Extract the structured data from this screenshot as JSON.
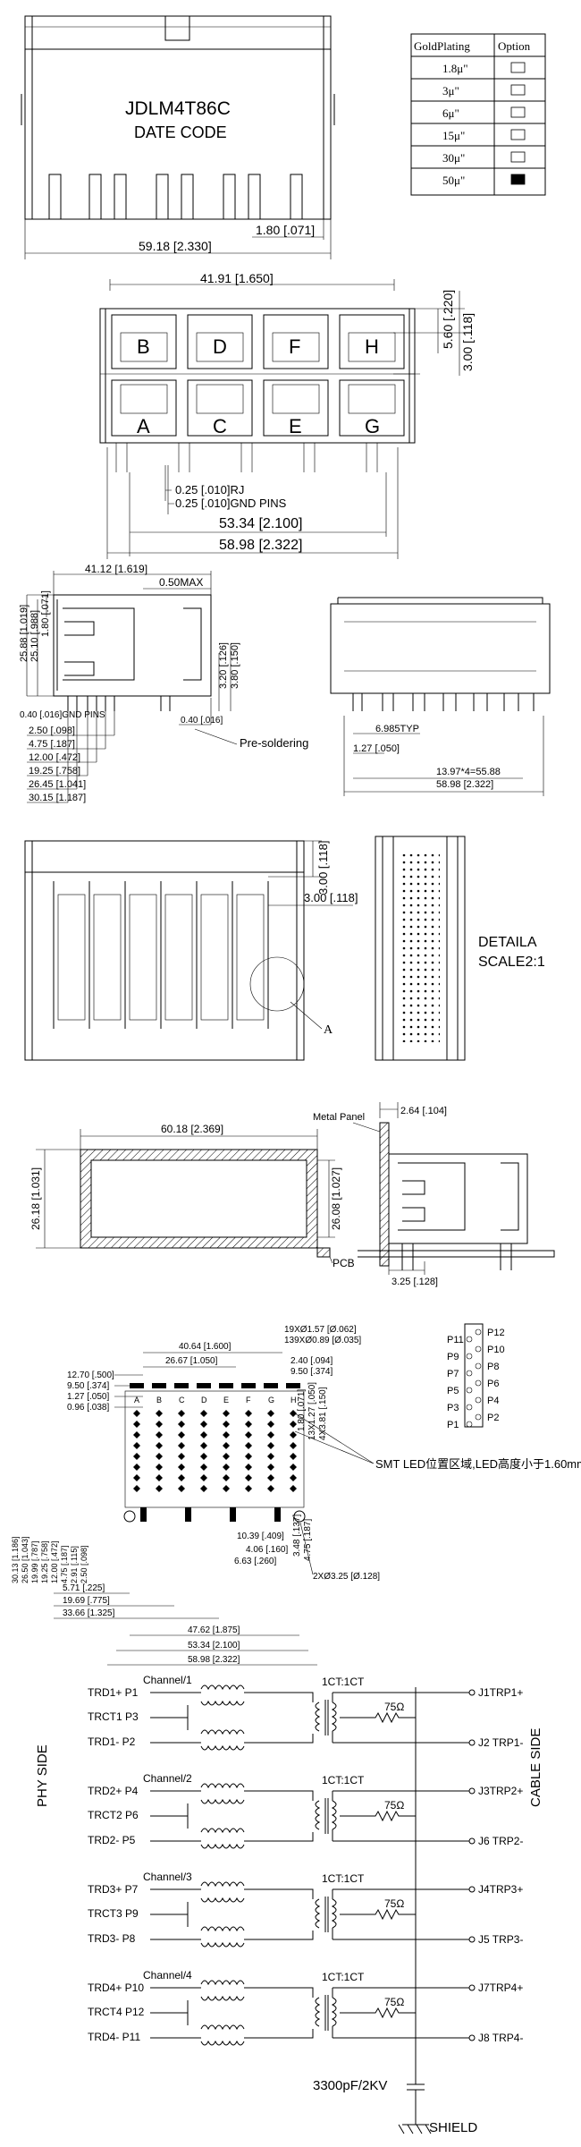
{
  "part": {
    "number": "JDLM4T86C",
    "date_code": "DATE CODE"
  },
  "plating_table": {
    "header_plating": "GoldPlating",
    "header_option": "Option",
    "rows": [
      {
        "label": "1.8μ\"",
        "selected": false
      },
      {
        "label": "3μ\"",
        "selected": false
      },
      {
        "label": "6μ\"",
        "selected": false
      },
      {
        "label": "15μ\"",
        "selected": false
      },
      {
        "label": "30μ\"",
        "selected": false
      },
      {
        "label": "50μ\"",
        "selected": true
      }
    ]
  },
  "front_view": {
    "dim_width": "59.18 [2.330]",
    "dim_small": "1.80 [.071]"
  },
  "top_view": {
    "dim_top": "41.91 [1.650]",
    "dim_right_1": "5.60 [.220]",
    "dim_right_2": "3.00 [.118]",
    "top_ports": [
      "B",
      "D",
      "F",
      "H"
    ],
    "bottom_ports": [
      "A",
      "C",
      "E",
      "G"
    ],
    "note_rj": "0.25 [.010]RJ",
    "note_gnd": "0.25 [.010]GND PINS",
    "dim_inner": "53.34 [2.100]",
    "dim_outer": "58.98 [2.322]"
  },
  "side_view": {
    "dim_top": "41.12 [1.619]",
    "dim_max": "0.50MAX",
    "left_dims": [
      "25.88 [1.019]",
      "25.10 [.988]",
      "1.80 [.071]"
    ],
    "right_dims": [
      "3.20 [.126]",
      "3.80 [.150]"
    ],
    "gnd_pins": "0.40 [.016]GND PINS",
    "pin_dim": "0.40 [.016]",
    "pre_soldering": "Pre-soldering",
    "bottom_dims": [
      "2.50 [.098]",
      "4.75 [.187]",
      "12.00 [.472]",
      "19.25 [.758]",
      "26.45 [1.041]",
      "30.15 [1.187]"
    ]
  },
  "rear_view": {
    "typ": "6.985TYP",
    "d1": "1.27 [.050]",
    "d2": "13.97*4=55.88",
    "d3": "58.98 [2.322]"
  },
  "bottom_view": {
    "dim1": "3.00 [.118]",
    "dim2": "3.00 [.118]",
    "label_a": "A"
  },
  "detail": {
    "title": "DETAILA",
    "scale": "SCALE2:1"
  },
  "panel_cutout": {
    "width": "60.18 [2.369]",
    "height_left": "26.18 [1.031]",
    "height_right": "26.08 [1.027]",
    "pcb": "PCB",
    "metal_panel": "Metal Panel",
    "panel_dim": "2.64 [.104]",
    "side_dim": "3.25 [.128]"
  },
  "pcb_layout": {
    "top_dims": [
      "40.64 [1.600]",
      "26.67 [1.050]",
      "12.70 [.500]",
      "9.50 [.374]",
      "1.27 [.050]",
      "0.96 [.038]"
    ],
    "holes_1": "19XØ1.57 [Ø.062]",
    "holes_2": "139XØ0.89 [Ø.035]",
    "right_top_dims": [
      "2.40 [.094]",
      "9.50 [.374]"
    ],
    "vert_dims": [
      "1.80 [.071]",
      "13X1.27 [.050]",
      "4X3.81 [.150]"
    ],
    "col_letters": [
      "A",
      "B",
      "C",
      "D",
      "E",
      "F",
      "G",
      "H"
    ],
    "led_note": "SMT LED位置区域,LED高度小于1.60mm",
    "left_dims": [
      "30.13 [1.186]",
      "26.50 [1.043]",
      "19.99 [.787]",
      "19.25 [.758]",
      "12.00 [.472]",
      "4.75 [.187]",
      "2.91 [.115]",
      "2.50 [.098]"
    ],
    "mid_dims": [
      "10.39 [.409]",
      "4.06 [.160]",
      "6.63 [.260]"
    ],
    "right_dims": [
      "3.48 [.137]",
      "4.75 [.187]"
    ],
    "holes_3": "2XØ3.25 [Ø.128]",
    "bottom_dims": [
      "5.71 [.225]",
      "19.69 [.775]",
      "33.66 [1.325]",
      "47.62 [1.875]",
      "53.34 [2.100]",
      "58.98 [2.322]"
    ]
  },
  "pinout": {
    "left": [
      "P11",
      "P9",
      "P7",
      "P5",
      "P3",
      "P1"
    ],
    "right": [
      "P12",
      "P10",
      "P8",
      "P6",
      "P4",
      "P2"
    ]
  },
  "schematic": {
    "phy_side": "PHY SIDE",
    "cable_side": "CABLE SIDE",
    "ratio": "1CT:1CT",
    "resistor": "75Ω",
    "cap": "3300pF/2KV",
    "shield": "SHIELD",
    "channels": [
      {
        "name": "Channel/1",
        "p": "TRD1+ P1",
        "ct": "TRCT1 P3",
        "n": "TRD1- P2",
        "jp": "J1",
        "tp": "TRP1+",
        "jn": "J2",
        "tn": "TRP1-"
      },
      {
        "name": "Channel/2",
        "p": "TRD2+ P4",
        "ct": "TRCT2 P6",
        "n": "TRD2- P5",
        "jp": "J3",
        "tp": "TRP2+",
        "jn": "J6",
        "tn": "TRP2-"
      },
      {
        "name": "Channel/3",
        "p": "TRD3+ P7",
        "ct": "TRCT3 P9",
        "n": "TRD3- P8",
        "jp": "J4",
        "tp": "TRP3+",
        "jn": "J5",
        "tn": "TRP3-"
      },
      {
        "name": "Channel/4",
        "p": "TRD4+ P10",
        "ct": "TRCT4 P12",
        "n": "TRD4- P11",
        "jp": "J7",
        "tp": "TRP4+",
        "jn": "J8",
        "tn": "TRP4-"
      }
    ]
  }
}
